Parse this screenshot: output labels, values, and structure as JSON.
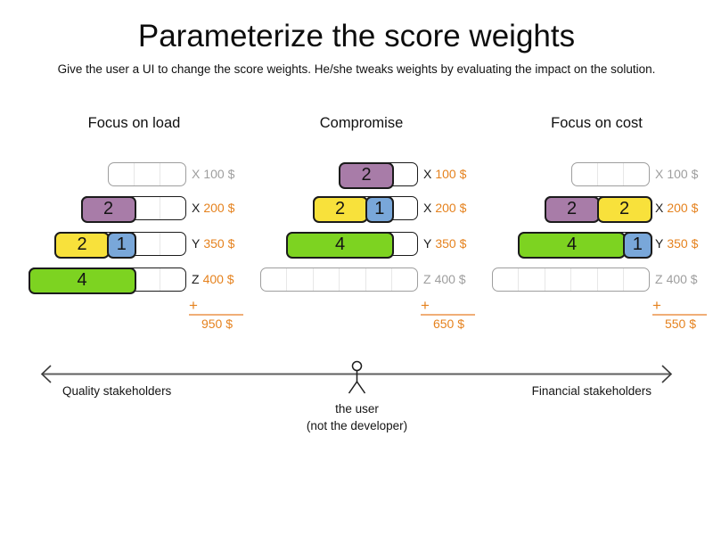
{
  "title": "Parameterize the score weights",
  "subtitle": "Give the user a UI to change the score weights. He/she tweaks weights by evaluating the impact on the solution.",
  "plus_sign": "+",
  "colors": {
    "purple": "#a87ca8",
    "yellow": "#f8e13b",
    "blue": "#79a7d9",
    "green": "#7dd321",
    "orange": "#e5821e",
    "inactive_gray": "#9e9e9e"
  },
  "columns": [
    {
      "header": "Focus on load",
      "total": "950 $",
      "rows": [
        {
          "key": "X",
          "price": "100 $",
          "active": false,
          "blocks": []
        },
        {
          "key": "X",
          "price": "200 $",
          "active": true,
          "blocks": [
            {
              "color": "purple",
              "value": "2"
            }
          ]
        },
        {
          "key": "Y",
          "price": "350 $",
          "active": true,
          "blocks": [
            {
              "color": "yellow",
              "value": "2"
            },
            {
              "color": "blue",
              "value": "1"
            }
          ]
        },
        {
          "key": "Z",
          "price": "400 $",
          "active": true,
          "blocks": [
            {
              "color": "green",
              "value": "4"
            }
          ]
        }
      ]
    },
    {
      "header": "Compromise",
      "total": "650 $",
      "rows": [
        {
          "key": "X",
          "price": "100 $",
          "active": true,
          "blocks": [
            {
              "color": "purple",
              "value": "2"
            }
          ]
        },
        {
          "key": "X",
          "price": "200 $",
          "active": true,
          "blocks": [
            {
              "color": "yellow",
              "value": "2"
            },
            {
              "color": "blue",
              "value": "1"
            }
          ]
        },
        {
          "key": "Y",
          "price": "350 $",
          "active": true,
          "blocks": [
            {
              "color": "green",
              "value": "4"
            }
          ]
        },
        {
          "key": "Z",
          "price": "400 $",
          "active": false,
          "blocks": []
        }
      ]
    },
    {
      "header": "Focus on cost",
      "total": "550 $",
      "rows": [
        {
          "key": "X",
          "price": "100 $",
          "active": false,
          "blocks": []
        },
        {
          "key": "X",
          "price": "200 $",
          "active": true,
          "blocks": [
            {
              "color": "purple",
              "value": "2"
            },
            {
              "color": "yellow",
              "value": "2"
            }
          ]
        },
        {
          "key": "Y",
          "price": "350 $",
          "active": true,
          "blocks": [
            {
              "color": "green",
              "value": "4"
            },
            {
              "color": "blue",
              "value": "1"
            }
          ]
        },
        {
          "key": "Z",
          "price": "400 $",
          "active": false,
          "blocks": []
        }
      ]
    }
  ],
  "axis": {
    "left_label": "Quality stakeholders",
    "right_label": "Financial stakeholders"
  },
  "user": {
    "line1": "the user",
    "line2": "(not the developer)"
  }
}
